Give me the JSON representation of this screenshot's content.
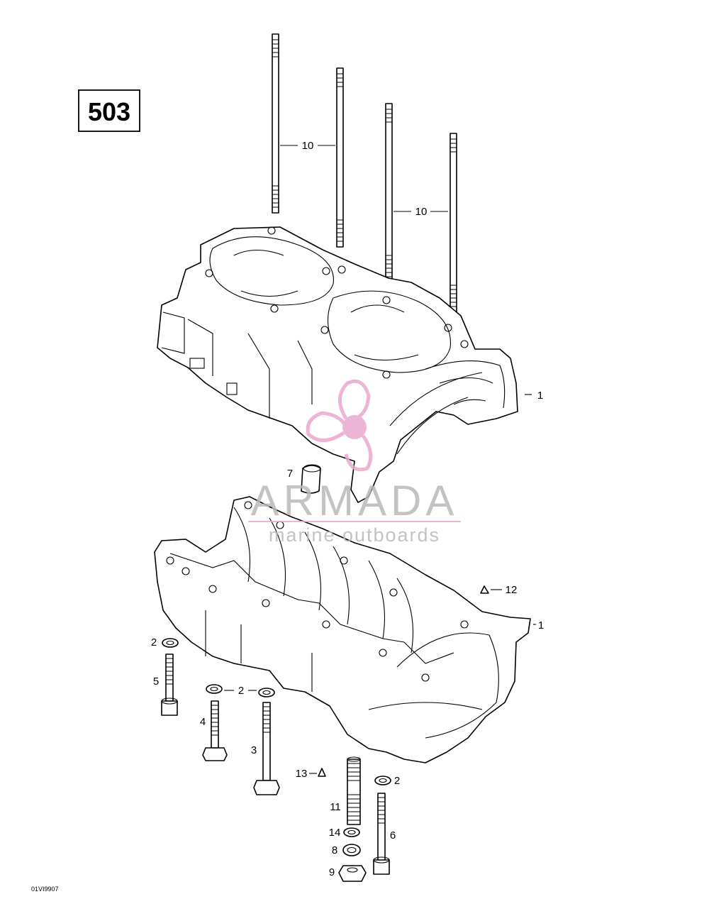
{
  "diagram": {
    "section_number": "503",
    "drawing_code": "01VI9907",
    "watermark": {
      "title": "ARMADA",
      "subtitle": "marine outboards",
      "color": "#e9a9cf",
      "text_color": "#b9b9b9"
    },
    "callouts": [
      {
        "id": "stud-10a",
        "text": "10"
      },
      {
        "id": "stud-10b",
        "text": "10"
      },
      {
        "id": "crankcase-upper",
        "text": "1"
      },
      {
        "id": "plug-7",
        "text": "7"
      },
      {
        "id": "nut-12",
        "text": "12"
      },
      {
        "id": "crankcase-lower",
        "text": "1"
      },
      {
        "id": "washer-2a",
        "text": "2"
      },
      {
        "id": "screw-5",
        "text": "5"
      },
      {
        "id": "washer-2b",
        "text": "2"
      },
      {
        "id": "bolt-4",
        "text": "4"
      },
      {
        "id": "bolt-3",
        "text": "3"
      },
      {
        "id": "nut-13",
        "text": "13"
      },
      {
        "id": "washer-2c",
        "text": "2"
      },
      {
        "id": "stud-11",
        "text": "11"
      },
      {
        "id": "washer-14",
        "text": "14"
      },
      {
        "id": "screw-6",
        "text": "6"
      },
      {
        "id": "washer-8",
        "text": "8"
      },
      {
        "id": "nut-9",
        "text": "9"
      }
    ]
  }
}
